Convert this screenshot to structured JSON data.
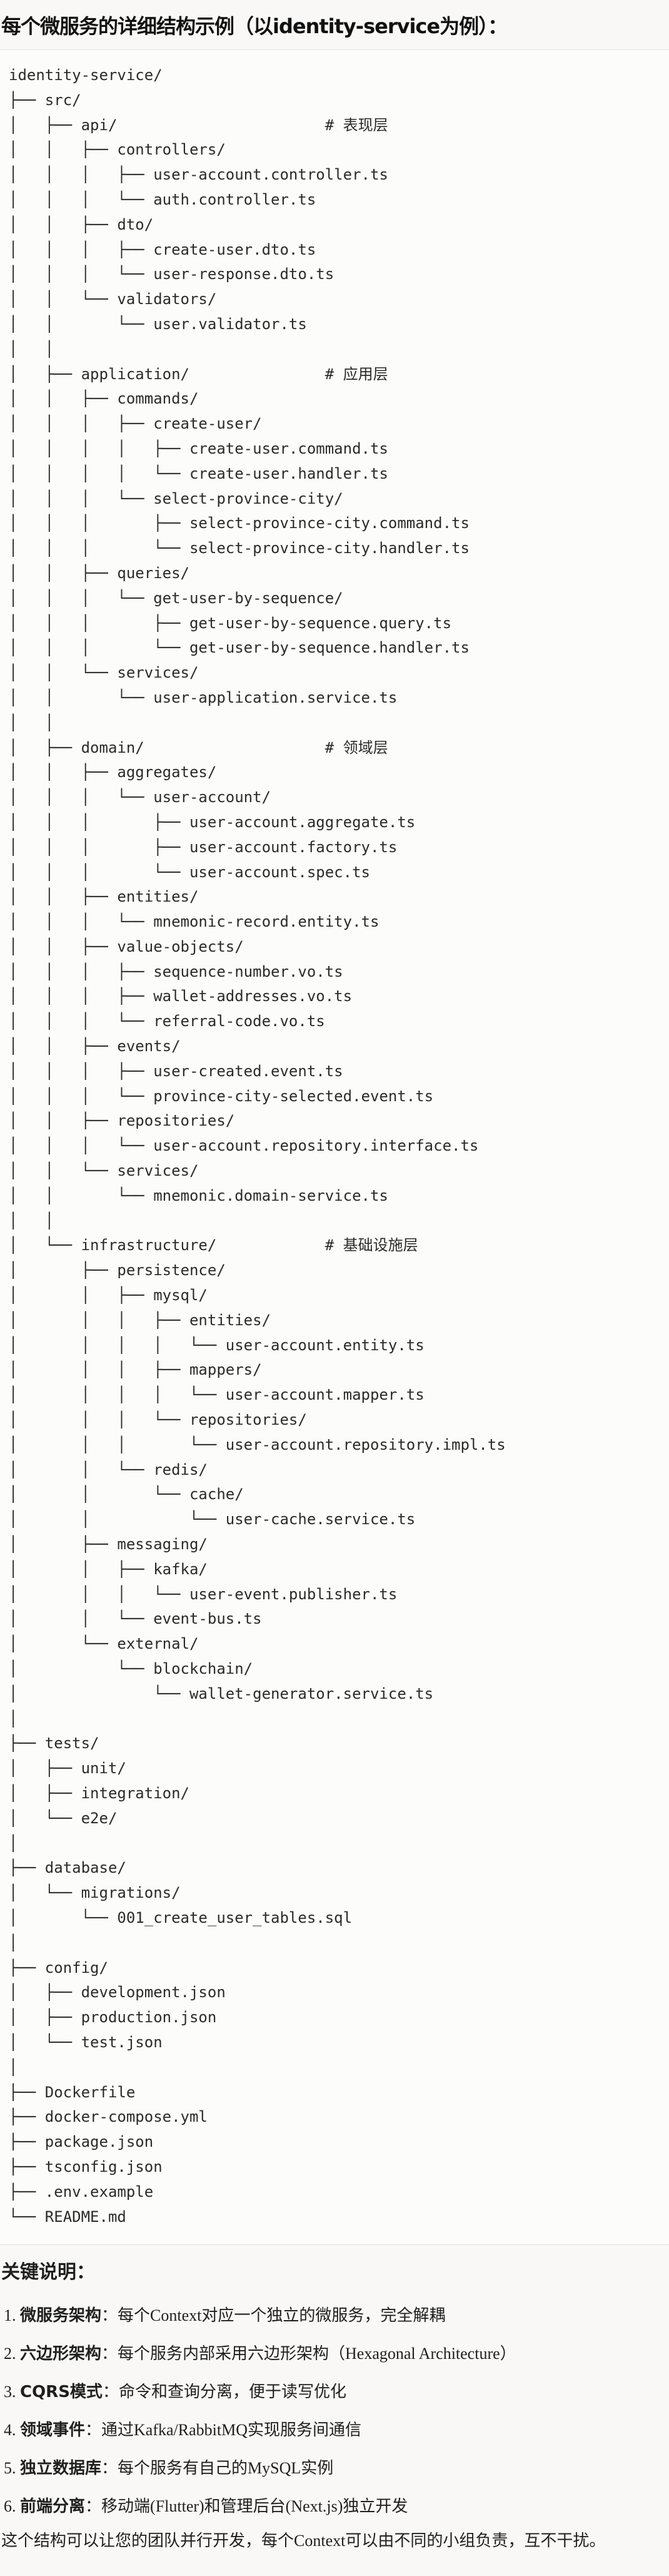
{
  "title": "每个微服务的详细结构示例（以identity-service为例）：",
  "tree_lines": [
    "identity-service/",
    "├── src/",
    "│   ├── api/                       # 表现层",
    "│   │   ├── controllers/",
    "│   │   │   ├── user-account.controller.ts",
    "│   │   │   └── auth.controller.ts",
    "│   │   ├── dto/",
    "│   │   │   ├── create-user.dto.ts",
    "│   │   │   └── user-response.dto.ts",
    "│   │   └── validators/",
    "│   │       └── user.validator.ts",
    "│   │",
    "│   ├── application/               # 应用层",
    "│   │   ├── commands/",
    "│   │   │   ├── create-user/",
    "│   │   │   │   ├── create-user.command.ts",
    "│   │   │   │   └── create-user.handler.ts",
    "│   │   │   └── select-province-city/",
    "│   │   │       ├── select-province-city.command.ts",
    "│   │   │       └── select-province-city.handler.ts",
    "│   │   ├── queries/",
    "│   │   │   └── get-user-by-sequence/",
    "│   │   │       ├── get-user-by-sequence.query.ts",
    "│   │   │       └── get-user-by-sequence.handler.ts",
    "│   │   └── services/",
    "│   │       └── user-application.service.ts",
    "│   │",
    "│   ├── domain/                    # 领域层",
    "│   │   ├── aggregates/",
    "│   │   │   └── user-account/",
    "│   │   │       ├── user-account.aggregate.ts",
    "│   │   │       ├── user-account.factory.ts",
    "│   │   │       └── user-account.spec.ts",
    "│   │   ├── entities/",
    "│   │   │   └── mnemonic-record.entity.ts",
    "│   │   ├── value-objects/",
    "│   │   │   ├── sequence-number.vo.ts",
    "│   │   │   ├── wallet-addresses.vo.ts",
    "│   │   │   └── referral-code.vo.ts",
    "│   │   ├── events/",
    "│   │   │   ├── user-created.event.ts",
    "│   │   │   └── province-city-selected.event.ts",
    "│   │   ├── repositories/",
    "│   │   │   └── user-account.repository.interface.ts",
    "│   │   └── services/",
    "│   │       └── mnemonic.domain-service.ts",
    "│   │",
    "│   └── infrastructure/            # 基础设施层",
    "│       ├── persistence/",
    "│       │   ├── mysql/",
    "│       │   │   ├── entities/",
    "│       │   │   │   └── user-account.entity.ts",
    "│       │   │   ├── mappers/",
    "│       │   │   │   └── user-account.mapper.ts",
    "│       │   │   └── repositories/",
    "│       │   │       └── user-account.repository.impl.ts",
    "│       │   └── redis/",
    "│       │       └── cache/",
    "│       │           └── user-cache.service.ts",
    "│       ├── messaging/",
    "│       │   ├── kafka/",
    "│       │   │   └── user-event.publisher.ts",
    "│       │   └── event-bus.ts",
    "│       └── external/",
    "│           └── blockchain/",
    "│               └── wallet-generator.service.ts",
    "│",
    "├── tests/",
    "│   ├── unit/",
    "│   ├── integration/",
    "│   └── e2e/",
    "│",
    "├── database/",
    "│   └── migrations/",
    "│       └── 001_create_user_tables.sql",
    "│",
    "├── config/",
    "│   ├── development.json",
    "│   ├── production.json",
    "│   └── test.json",
    "│",
    "├── Dockerfile",
    "├── docker-compose.yml",
    "├── package.json",
    "├── tsconfig.json",
    "├── .env.example",
    "└── README.md"
  ],
  "notes": {
    "title": "关键说明：",
    "items": [
      {
        "num": "1.",
        "term": "微服务架构",
        "sep": "：",
        "desc": "每个Context对应一个独立的微服务，完全解耦"
      },
      {
        "num": "2.",
        "term": "六边形架构",
        "sep": "：",
        "desc": "每个服务内部采用六边形架构（Hexagonal Architecture）"
      },
      {
        "num": "3.",
        "term": "CQRS模式",
        "sep": "：",
        "desc": "命令和查询分离，便于读写优化"
      },
      {
        "num": "4.",
        "term": "领域事件",
        "sep": "：",
        "desc": "通过Kafka/RabbitMQ实现服务间通信"
      },
      {
        "num": "5.",
        "term": "独立数据库",
        "sep": "：",
        "desc": "每个服务有自己的MySQL实例"
      },
      {
        "num": "6.",
        "term": "前端分离",
        "sep": "：",
        "desc": "移动端(Flutter)和管理后台(Next.js)独立开发"
      }
    ],
    "closing": "这个结构可以让您的团队并行开发，每个Context可以由不同的小组负责，互不干扰。"
  }
}
